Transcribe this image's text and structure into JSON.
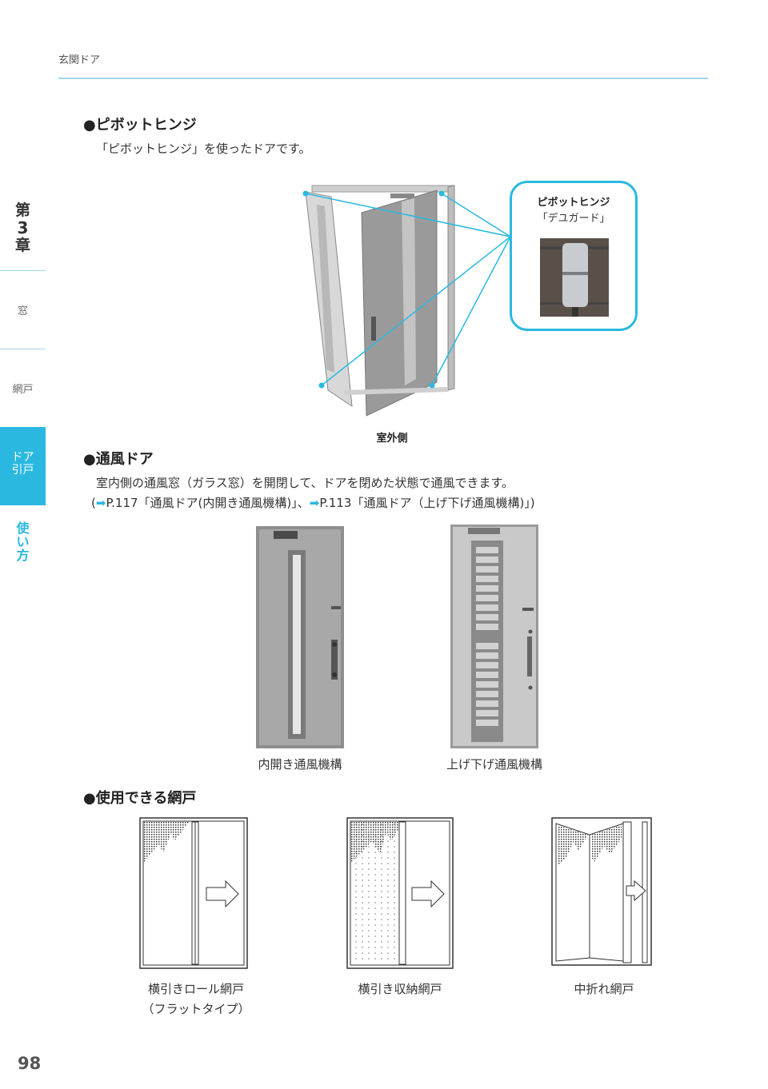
{
  "header": {
    "title": "玄関ドア"
  },
  "sidebar": {
    "chapter_prefix": "第",
    "chapter_number": "3",
    "chapter_suffix": "章",
    "item_window": "窓",
    "item_screen": "網戸",
    "item_door_line1": "ドア",
    "item_door_line2": "引戸",
    "item_use_1": "使",
    "item_use_2": "い",
    "item_use_3": "方"
  },
  "section_pivot": {
    "title": "●ピボットヒンジ",
    "description": "「ピボットヒンジ」を使ったドアです。",
    "callout_title": "ピボットヒンジ",
    "callout_subtitle": "「デユガード」",
    "caption": "室外側"
  },
  "section_vent": {
    "title": "●通風ドア",
    "description": "室内側の通風窓（ガラス窓）を開閉して、ドアを閉めた状態で通風できます。",
    "ref_open": "(",
    "ref_arrow1": "➡",
    "ref_text1": "P.117「通風ドア(内開き通風機構)」、",
    "ref_arrow2": "➡",
    "ref_text2": "P.113「通風ドア（上げ下げ通風機構)」)",
    "caption_left": "内開き通風機構",
    "caption_right": "上げ下げ通風機構"
  },
  "section_screens": {
    "title": "●使用できる網戸",
    "caption1_line1": "横引きロール網戸",
    "caption1_line2": "（フラットタイプ）",
    "caption2": "横引き収納網戸",
    "caption3": "中折れ網戸"
  },
  "page_number": "98",
  "colors": {
    "accent": "#2ab8e0",
    "rule": "#9fd6ea"
  }
}
